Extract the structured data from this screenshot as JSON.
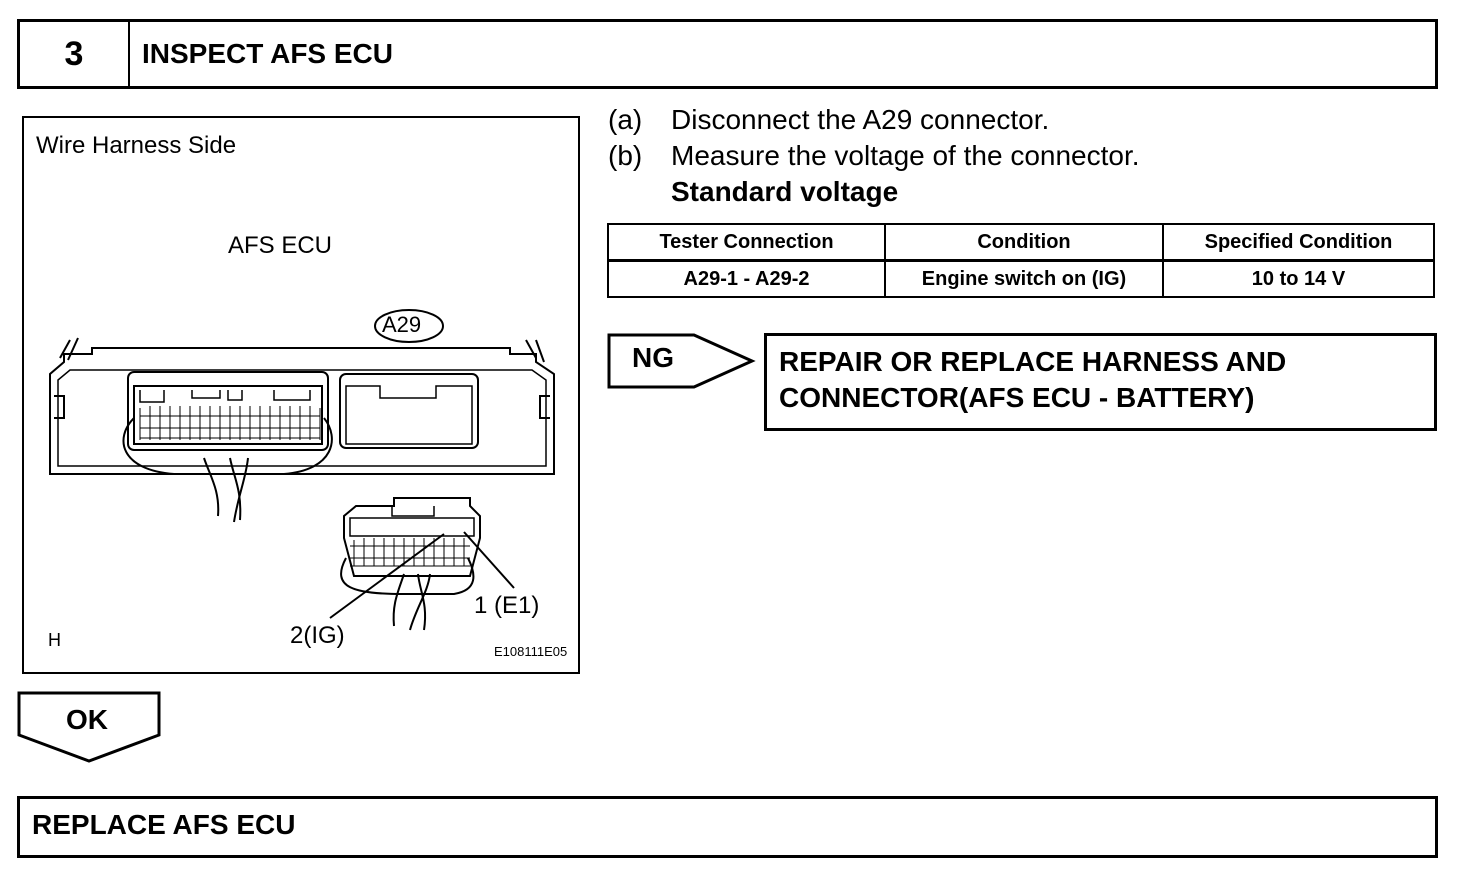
{
  "step": {
    "number": "3",
    "title": "INSPECT AFS ECU"
  },
  "figure": {
    "side_label": "Wire Harness Side",
    "ecu_label": "AFS ECU",
    "connector_label": "A29",
    "pin_ig_label": "2(IG)",
    "pin_e1_label": "1 (E1)",
    "corner_label": "H",
    "figure_code": "E108111E05"
  },
  "instructions": [
    {
      "label": "(a)",
      "text": "Disconnect the A29 connector."
    },
    {
      "label": "(b)",
      "text": "Measure the voltage of the connector."
    }
  ],
  "standard_heading": "Standard voltage",
  "spec_table": {
    "headers": [
      "Tester Connection",
      "Condition",
      "Specified Condition"
    ],
    "rows": [
      [
        "A29-1 - A29-2",
        "Engine switch on (IG)",
        "10 to 14 V"
      ]
    ]
  },
  "ng": {
    "label": "NG",
    "action_line1": "REPAIR OR REPLACE HARNESS AND",
    "action_line2": "CONNECTOR(AFS ECU - BATTERY)"
  },
  "ok": {
    "label": "OK",
    "action": "REPLACE AFS ECU"
  }
}
